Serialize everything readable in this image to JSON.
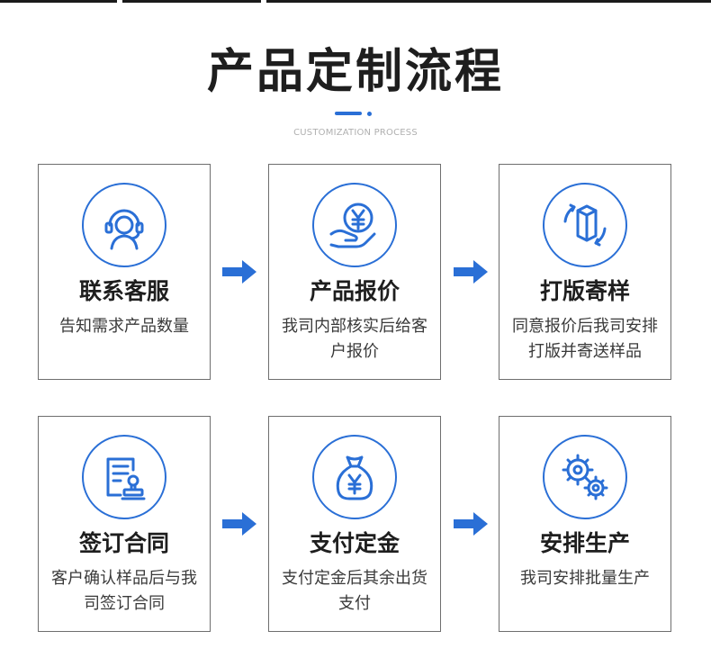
{
  "header": {
    "title": "产品定制流程",
    "subtitle": "CUSTOMIZATION PROCESS"
  },
  "colors": {
    "accent": "#2a6fd6",
    "border": "#6e6e6e",
    "text": "#1e1e1e"
  },
  "steps": [
    {
      "icon": "customer-service-icon",
      "title": "联系客服",
      "desc": "告知需求产品数量"
    },
    {
      "icon": "price-quote-icon",
      "title": "产品报价",
      "desc": "我司内部核实后给客户报价"
    },
    {
      "icon": "sample-box-icon",
      "title": "打版寄样",
      "desc": "同意报价后我司安排打版并寄送样品"
    },
    {
      "icon": "contract-sign-icon",
      "title": "签订合同",
      "desc": "客户确认样品后与我司签订合同"
    },
    {
      "icon": "money-bag-icon",
      "title": "支付定金",
      "desc": "支付定金后其余出货支付"
    },
    {
      "icon": "gears-icon",
      "title": "安排生产",
      "desc": "我司安排批量生产"
    }
  ]
}
